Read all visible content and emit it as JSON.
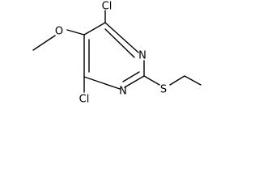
{
  "molecule": {
    "labels": {
      "cl_top": "Cl",
      "cl_bottom": "Cl",
      "o": "O",
      "n_right": "N",
      "n_bottom": "N",
      "s": "S"
    }
  }
}
